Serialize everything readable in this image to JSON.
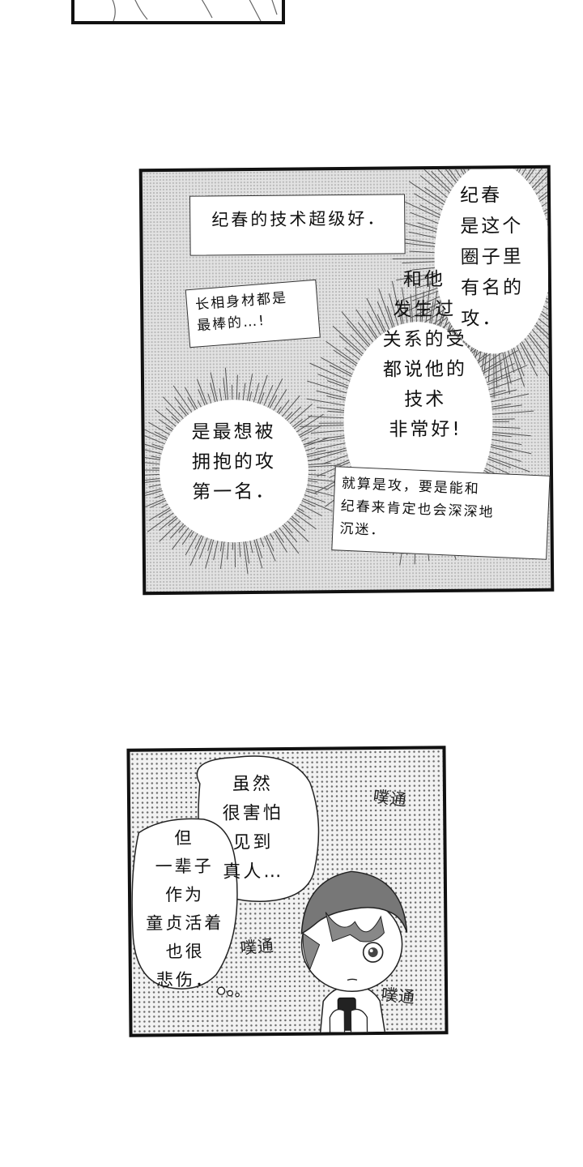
{
  "panel1": {
    "caption_box": "纪春的技术超级好．",
    "tag_top_left": "长相身材都是\n最棒的…!",
    "burst_right": "纪春\n是这个\n圈子里\n有名的\n攻．",
    "burst_center": "和他\n发生过\n关系的受\n都说他的\n技术\n非常好!",
    "burst_left": "是最想被\n拥抱的攻\n第一名．",
    "tag_bottom_right": "就算是攻，要是能和\n纪春来肯定也会深深地\n沉迷．"
  },
  "panel2": {
    "thought_right": "虽然\n很害怕\n见到\n真人…",
    "thought_left": "但\n一辈子\n作为\n童贞活着\n也很\n悲伤．",
    "sfx": [
      "噗通",
      "噗通",
      "噗通"
    ]
  }
}
